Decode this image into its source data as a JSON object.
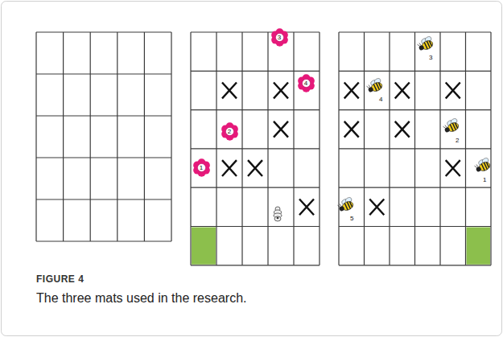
{
  "diagram": {
    "caption": "The three mats used in the research.",
    "nodes": [
      {
        "text": [
          "3"
        ]
      },
      {
        "text": [
          "4"
        ]
      },
      {
        "text": [
          "2"
        ]
      },
      {
        "text": [
          "1"
        ]
      }
    ],
    "labels": [
      "3",
      "4",
      "2",
      "1",
      "5",
      "FIGURE 4"
    ]
  }
}
